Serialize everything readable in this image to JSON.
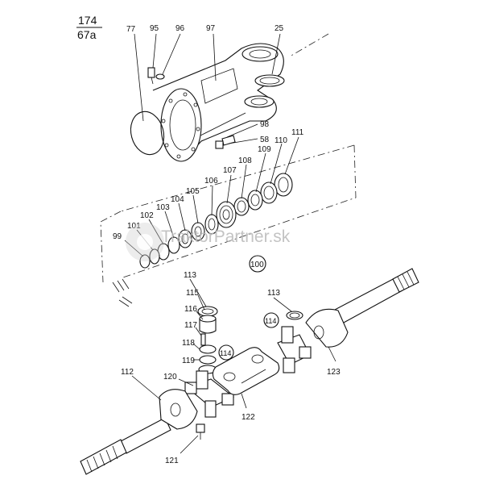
{
  "header": {
    "fraction_top": "174",
    "fraction_bottom": "67a"
  },
  "watermark": {
    "part1": "Traktor",
    "part2": "Partner",
    "part3": ".sk",
    "logo_color": "#e04a3a"
  },
  "callouts": {
    "c77": "77",
    "c95": "95",
    "c96": "96",
    "c97": "97",
    "c25": "25",
    "c98": "98",
    "c58": "58",
    "c111": "111",
    "c110": "110",
    "c109": "109",
    "c108": "108",
    "c107": "107",
    "c106": "106",
    "c105": "105",
    "c104": "104",
    "c103": "103",
    "c102": "102",
    "c101": "101",
    "c99": "99",
    "c100": "100",
    "c113a": "113",
    "c115": "115",
    "c116": "116",
    "c117": "117",
    "c118": "118",
    "c119": "119",
    "c114a": "114",
    "c120": "120",
    "c112": "112",
    "c121": "121",
    "c122": "122",
    "c113b": "113",
    "c114b": "114",
    "c123": "123"
  }
}
